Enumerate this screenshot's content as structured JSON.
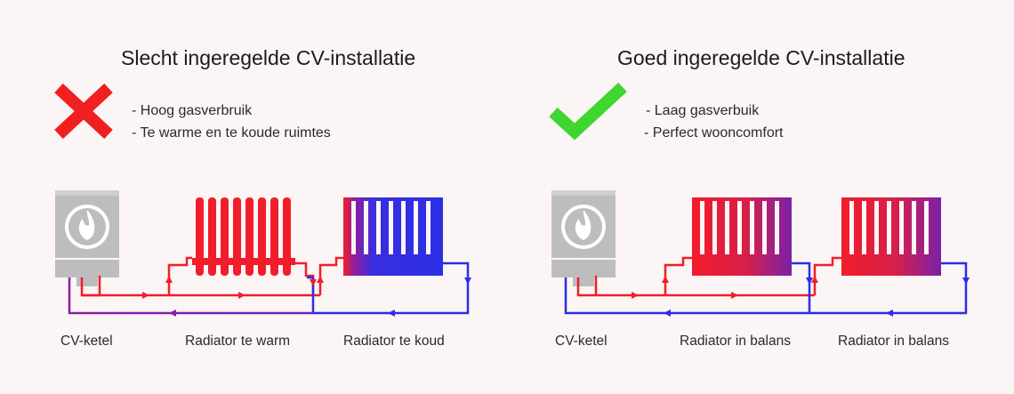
{
  "left": {
    "title": "Slecht ingeregelde CV-installatie",
    "status_icon": "cross-icon",
    "bullets": [
      "- Hoog gasverbruik",
      "- Te warme en te koude ruimtes"
    ],
    "labels": {
      "boiler": "CV-ketel",
      "radiator_1": "Radiator te warm",
      "radiator_2": "Radiator te koud"
    }
  },
  "right": {
    "title": "Goed ingeregelde CV-installatie",
    "status_icon": "check-icon",
    "bullets": [
      "- Laag gasverbuik",
      "- Perfect wooncomfort"
    ],
    "labels": {
      "boiler": "CV-ketel",
      "radiator_1": "Radiator in balans",
      "radiator_2": "Radiator in balans"
    }
  },
  "colors": {
    "hot": "#f21d2b",
    "cold": "#2a2fe6",
    "purple": "#8a1fa0",
    "cross": "#f02020",
    "check": "#3ed62f",
    "boiler": "#bdbdbd"
  }
}
